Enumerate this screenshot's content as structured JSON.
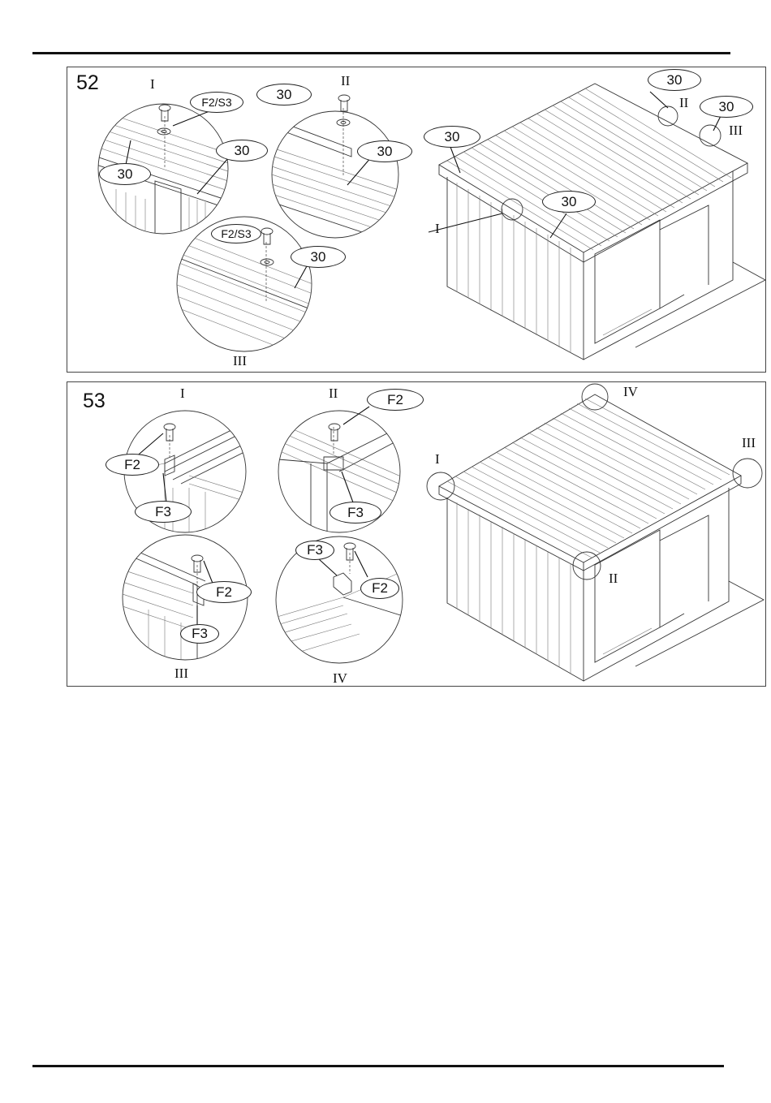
{
  "steps": [
    {
      "number": "52",
      "detail_labels": [
        "I",
        "II",
        "III"
      ],
      "overview_labels": [
        "I",
        "II",
        "III"
      ],
      "callouts": {
        "d1_fastener": "F2/S3",
        "d1_roof_top": "30",
        "d1_roof_left": "30",
        "d2_roof_top": "30",
        "d2_roof_right": "30",
        "d3_fastener": "F2/S3",
        "d3_roof": "30",
        "ov_top": "30",
        "ov_right": "30",
        "ov_left": "30",
        "ov_mid": "30"
      }
    },
    {
      "number": "53",
      "detail_labels": [
        "I",
        "II",
        "III",
        "IV"
      ],
      "overview_labels": [
        "I",
        "II",
        "III",
        "IV"
      ],
      "callouts": {
        "d1_screw": "F2",
        "d1_corner": "F3",
        "d2_screw": "F2",
        "d2_corner": "F3",
        "d3_screw": "F2",
        "d3_corner": "F3",
        "d4_corner": "F3",
        "d4_screw": "F2"
      }
    }
  ]
}
